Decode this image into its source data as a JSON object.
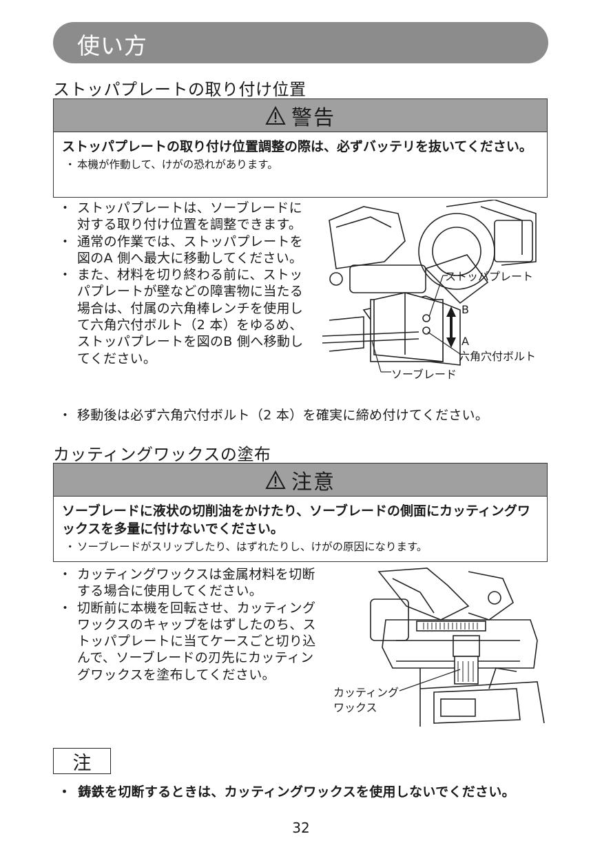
{
  "header": {
    "title": "使い方"
  },
  "section1": {
    "title": "ストッパプレートの取り付け位置",
    "warning": {
      "label": "警告",
      "strong": "ストッパプレートの取り付け位置調整の際は、必ずバッテリを抜いてください。",
      "sub": "本機が作動して、けがの恐れがあります。"
    },
    "bullets": [
      "ストッパプレートは、ソーブレードに対する取り付け位置を調整できます。",
      "通常の作業では、ストッパプレートを図のA 側へ最大に移動してください。",
      "また、材料を切り終わる前に、ストッパプレートが壁などの障害物に当たる場合は、付属の六角棒レンチを使用して六角穴付ボルト（2 本）をゆるめ、ストッパプレートを図のB 側へ移動してください。"
    ],
    "final_bullet": "移動後は必ず六角穴付ボルト（2 本）を確実に締め付けてください。",
    "figure_labels": {
      "stopper": "ストッパプレート",
      "b": "B",
      "a": "A",
      "bolt": "六角穴付ボルト",
      "blade": "ソーブレード"
    }
  },
  "section2": {
    "title": "カッティングワックスの塗布",
    "caution": {
      "label": "注意",
      "strong": "ソーブレードに液状の切削油をかけたり、ソーブレードの側面にカッティングワックスを多量に付けないでください。",
      "sub": "ソーブレードがスリップしたり、はずれたりし、けがの原因になります。"
    },
    "bullets": [
      "カッティングワックスは金属材料を切断する場合に使用してください。",
      "切断前に本機を回転させ、カッティングワックスのキャップをはずしたのち、ストッパプレートに当てケースごと切り込んで、ソーブレードの刃先にカッティングワックスを塗布してください。"
    ],
    "figure_labels": {
      "wax_line1": "カッティング",
      "wax_line2": "ワックス"
    }
  },
  "note": {
    "label": "注",
    "text": "鋳鉄を切断するときは、カッティングワックスを使用しないでください。"
  },
  "bullet_mark": "・",
  "page_number": "32"
}
